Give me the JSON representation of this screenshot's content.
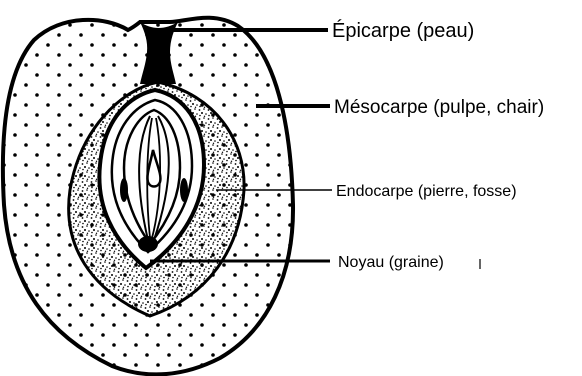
{
  "labels": {
    "epicarpe": "Épicarpe (peau)",
    "mesocarpe": "Mésocarpe (pulpe, chair)",
    "endocarpe": "Endocarpe (pierre, fosse)",
    "noyau": "Noyau (graine)"
  },
  "colors": {
    "ink": "#000000",
    "paper": "#ffffff"
  }
}
